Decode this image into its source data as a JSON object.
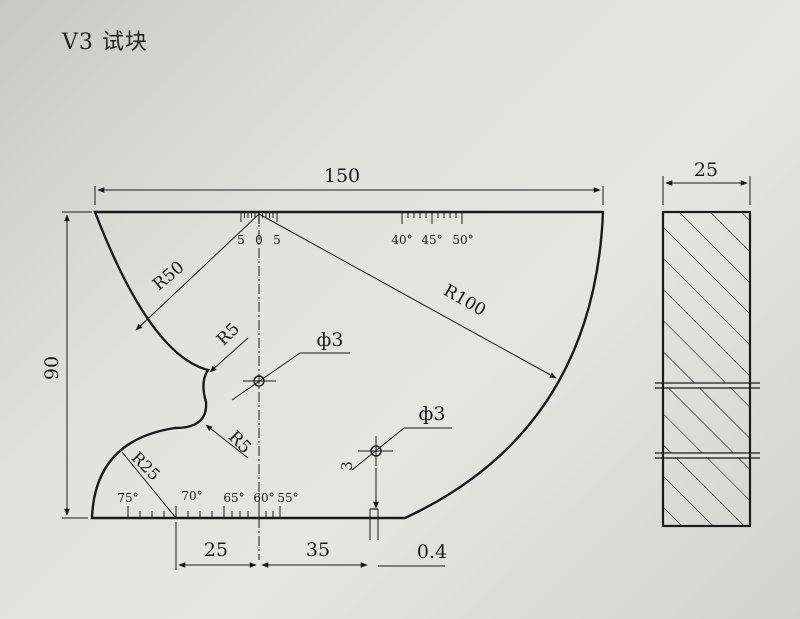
{
  "page": {
    "title": "V3 试块"
  },
  "front_view": {
    "dims": {
      "width": "150",
      "height": "90",
      "r50": "R50",
      "r100": "R100",
      "r5_top": "R5",
      "r5_bottom": "R5",
      "r25": "R25",
      "phi3_center": "ф3",
      "phi3_lower": "ф3",
      "dim_25": "25",
      "dim_35": "35",
      "dim_04": "0.4",
      "dim_3": "3"
    },
    "top_scale_labels": [
      "5",
      "0",
      "5"
    ],
    "top_angle_labels": [
      "40°",
      "45°",
      "50°"
    ],
    "bottom_angle_labels": [
      "75°",
      "70°",
      "65°",
      "60°",
      "55°"
    ]
  },
  "side_view": {
    "dims": {
      "thickness": "25"
    }
  }
}
